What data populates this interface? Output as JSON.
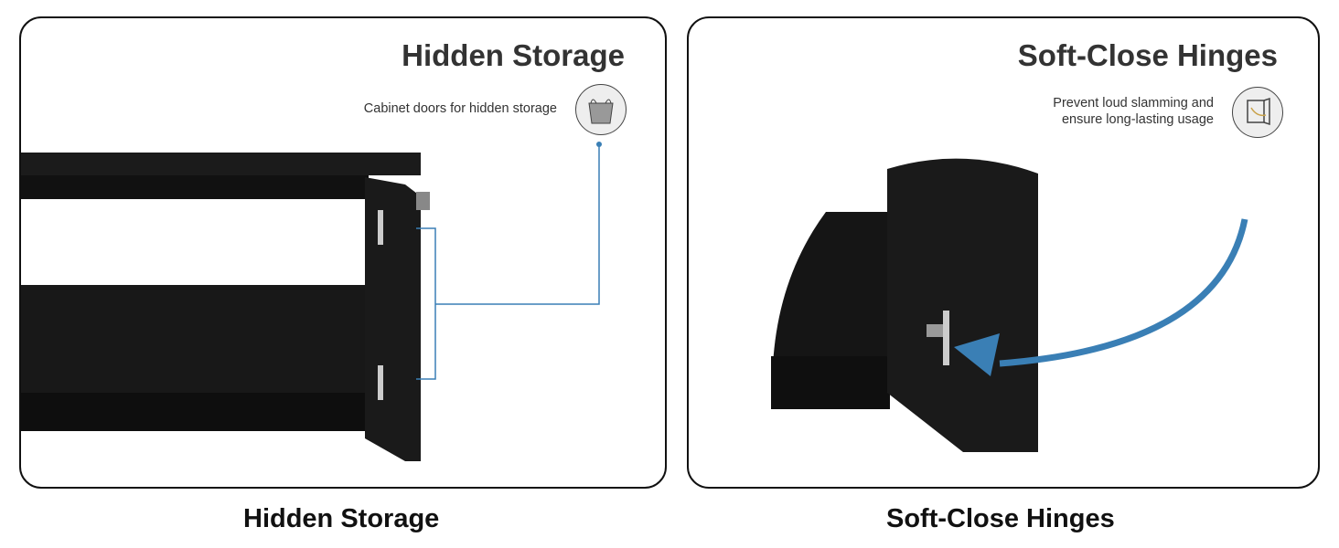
{
  "panels": [
    {
      "title": "Hidden Storage",
      "description": "Cabinet doors for hidden storage",
      "icon": "storage-basket-icon",
      "caption": "Hidden Storage"
    },
    {
      "title": "Soft-Close Hinges",
      "description_lines": [
        "Prevent loud slamming and",
        "ensure long-lasting usage"
      ],
      "icon": "door-hinge-icon",
      "caption": "Soft-Close Hinges"
    }
  ],
  "colors": {
    "accent": "#3a7fb5",
    "furniture": "#161616",
    "border": "#111111"
  }
}
